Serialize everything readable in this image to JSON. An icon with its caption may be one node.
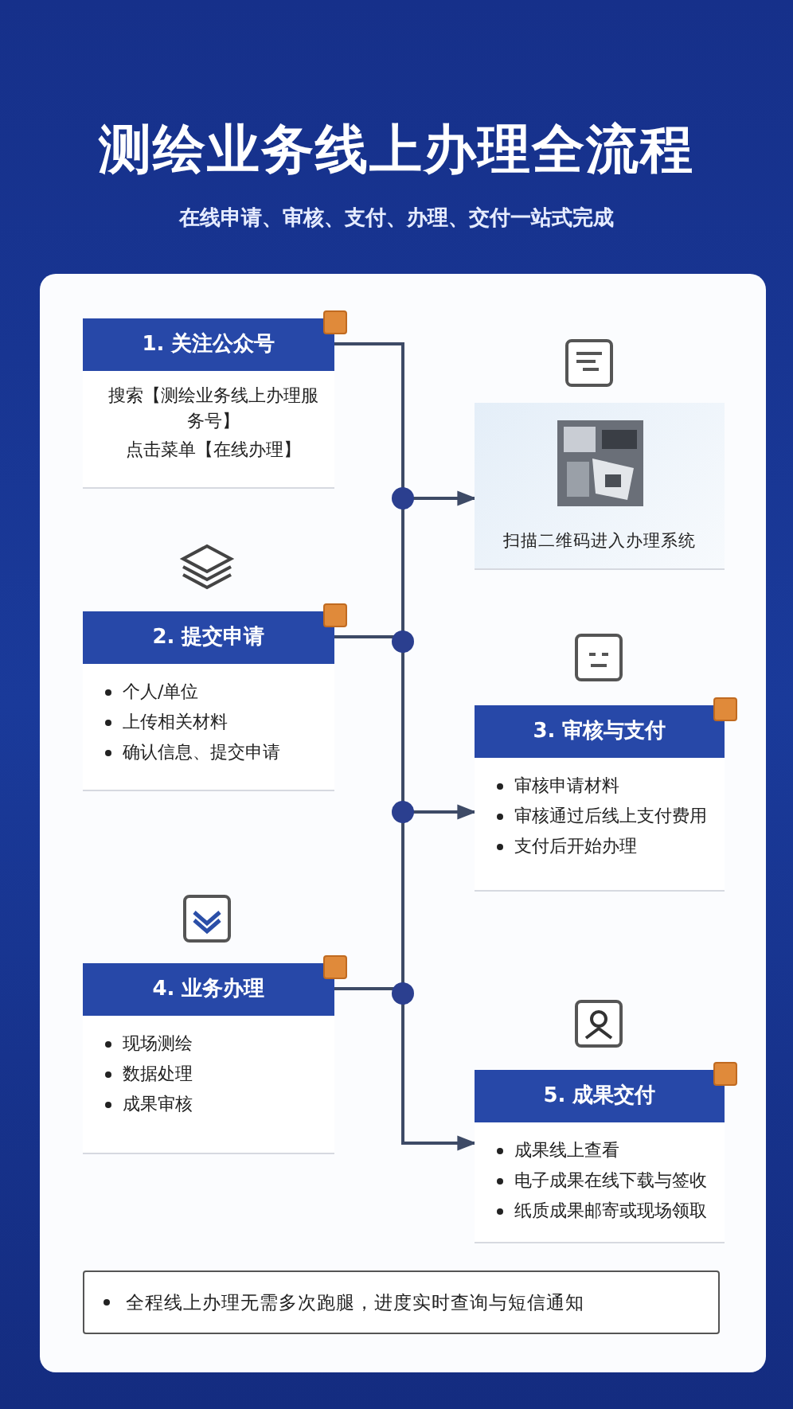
{
  "diagram": {
    "title": "测绘业务线上办理全流程",
    "nodes": [
      {
        "text": [
          "1. 关注公众号",
          "搜索【测绘业务线上办理服务号】",
          "点击菜单【在线办理】"
        ]
      },
      {
        "text": [
          "扫描二维码进入办理系统"
        ]
      },
      {
        "text": [
          "2. 提交申请",
          "个人/单位",
          "上传相关材料",
          "确认信息、提交申请"
        ]
      },
      {
        "text": [
          "3. 审核与支付",
          "审核申请材料",
          "审核通过后线上支付费用",
          "支付后开始办理"
        ]
      },
      {
        "text": [
          "4. 业务办理",
          "现场测绘",
          "数据处理",
          "成果审核"
        ]
      },
      {
        "text": [
          "5. 成果交付",
          "成果线上查看",
          "电子成果在线下载与签收",
          "纸质成果邮寄或现场领取"
        ]
      },
      {
        "text": [
          "全程线上办理无需多次跑腿，进度实时查询与短信通知"
        ]
      }
    ],
    "edges": [
      {
        "from": 0,
        "to": 1,
        "arrow": "to"
      },
      {
        "from": 0,
        "to": 2,
        "arrow": "none"
      },
      {
        "from": 2,
        "to": 3,
        "arrow": "to"
      },
      {
        "from": 2,
        "to": 4,
        "arrow": "none"
      },
      {
        "from": 4,
        "to": 5,
        "arrow": "to"
      }
    ],
    "labels": [
      "在线申请、审核、支付、办理、交付一站式完成"
    ]
  }
}
